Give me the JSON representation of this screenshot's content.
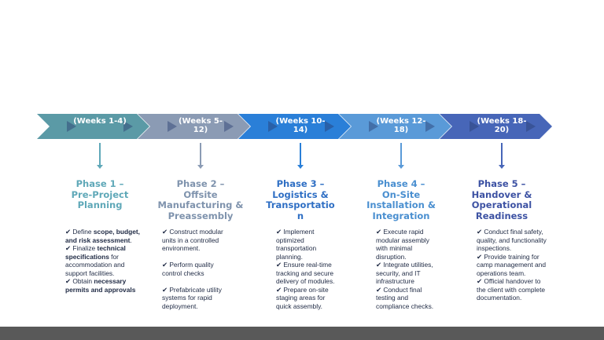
{
  "colors": {
    "phase1": "#5b9aa6",
    "phase2": "#8b9bb4",
    "phase3": "#2a7fd8",
    "phase4": "#5a9ad8",
    "phase5": "#4766b8",
    "title1": "#5fa8b8",
    "title2": "#7f93ad",
    "title3": "#2f6fc4",
    "title4": "#4a8fd0",
    "title5": "#3d52a3",
    "footer": "#595959"
  },
  "phases": [
    {
      "weeks": "(Weeks 1-4)",
      "title": "Phase 1 –\nPre-Project\nPlanning",
      "items": [
        [
          "✔ Define ",
          {
            "b": "scope, budget, and risk assessment"
          },
          "."
        ],
        [
          "✔ Finalize ",
          {
            "b": "technical specifications"
          },
          " for accommodation and support facilities."
        ],
        [
          "✔ Obtain ",
          {
            "b": "necessary permits and approvals"
          }
        ]
      ]
    },
    {
      "weeks": "(Weeks 5-\n12)",
      "title": "Phase 2 –\nOffsite\nManufacturing &\nPreassembly",
      "items": [
        [
          "✔ Construct modular units in a controlled environment."
        ],
        [
          "✔ Perform quality control checks"
        ],
        [
          "✔ Prefabricate utility systems for rapid deployment."
        ]
      ]
    },
    {
      "weeks": "(Weeks 10-\n14)",
      "title": "Phase 3 –\nLogistics &\nTransportatio\nn",
      "items": [
        [
          "✔ Implement optimized transportation planning."
        ],
        [
          "✔ Ensure real-time tracking and secure delivery of modules."
        ],
        [
          "✔ Prepare on-site staging areas for quick assembly."
        ]
      ]
    },
    {
      "weeks": "(Weeks 12-\n18)",
      "title": "Phase 4 –\nOn-Site\nInstallation &\nIntegration",
      "items": [
        [
          "✔ Execute rapid modular assembly with minimal disruption."
        ],
        [
          "✔ Integrate utilities, security, and IT infrastructure"
        ],
        [
          "✔ Conduct final testing and compliance checks."
        ]
      ]
    },
    {
      "weeks": "(Weeks 18-\n20)",
      "title": "Phase 5 –\nHandover &\nOperational\nReadiness",
      "items": [
        [
          "✔ Conduct final safety, quality, and functionality inspections."
        ],
        [
          "✔ Provide training for camp management and operations team."
        ],
        [
          "✔ Official handover to the client with complete documentation."
        ]
      ]
    }
  ]
}
